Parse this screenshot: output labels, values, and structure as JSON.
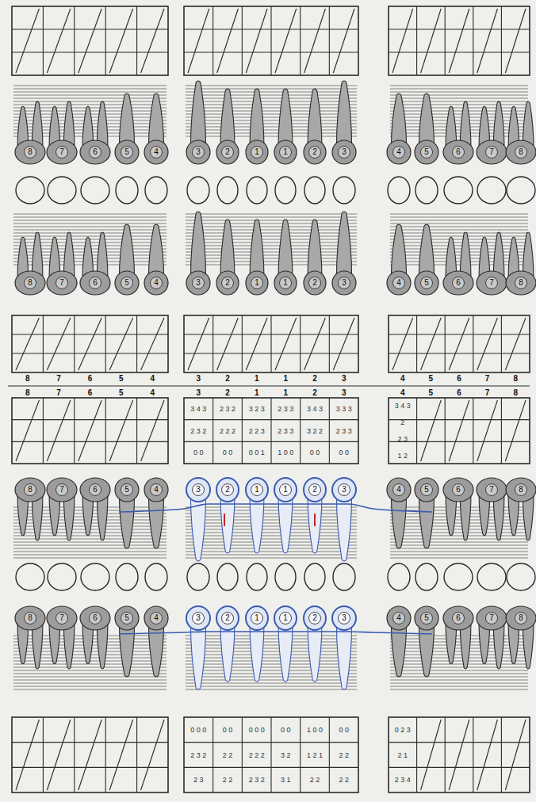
{
  "diagram": {
    "labels": [
      "8",
      "7",
      "6",
      "5",
      "4",
      "3",
      "2",
      "1",
      "1",
      "2",
      "3",
      "4",
      "5",
      "6",
      "7",
      "8",
      "8",
      "7",
      "6",
      "5",
      "4",
      "3",
      "2",
      "1",
      "1",
      "2",
      "3",
      "4",
      "5",
      "6",
      "7",
      "8",
      "8",
      "7",
      "6",
      "5",
      "4",
      "3",
      "2",
      "1",
      "1",
      "2",
      "3",
      "4",
      "5",
      "6",
      "7",
      "8",
      "8",
      "7",
      "6",
      "5",
      "4",
      "3",
      "2",
      "1",
      "1",
      "2",
      "3",
      "4",
      "5",
      "6",
      "7",
      "8",
      "3 4 3",
      "2 3 2",
      "3 2 3",
      "2 3 3",
      "3 4 3",
      "3 3 3",
      "2 3 2",
      "2 2 2",
      "2 2 3",
      "2 3 3",
      "3 2 2",
      "2 3 3",
      "0 0",
      "0 0",
      "0 0 1",
      "1 0 0",
      "0 0",
      "0 0",
      "3 4 3",
      "2",
      "2 3",
      "1 2",
      "8",
      "7",
      "6",
      "5",
      "4",
      "3",
      "2",
      "1",
      "1",
      "2",
      "3",
      "4",
      "5",
      "6",
      "7",
      "8",
      "8",
      "7",
      "6",
      "5",
      "4",
      "3",
      "2",
      "1",
      "1",
      "2",
      "3",
      "4",
      "5",
      "6",
      "7",
      "8",
      "0 0 0",
      "0 0",
      "0 0 0",
      "0 0",
      "1 0 0",
      "0 0",
      "2 3 2",
      "2 2",
      "2 2 2",
      "3 2",
      "1 2 1",
      "2 2",
      "2 3",
      "2 2",
      "2 3 2",
      "3 1",
      "2 2",
      "2 2",
      "0 2 3",
      "2 1",
      "2 3 4"
    ]
  }
}
